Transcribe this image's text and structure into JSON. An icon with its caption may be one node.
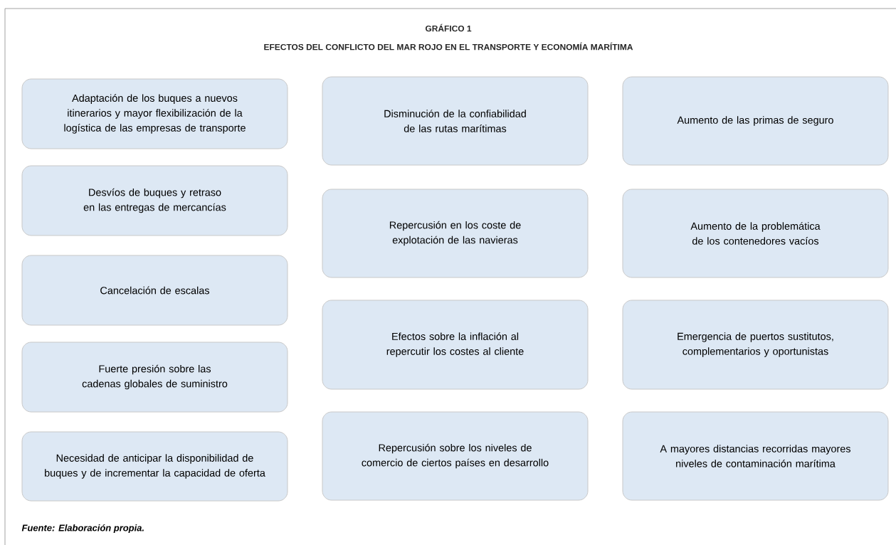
{
  "diagram": {
    "title": "EFECTOS DEL CONFLICTO DEL MAR ROJO EN EL TRANSPORTE Y ECONOMÍA MARÍTIMA",
    "caption": "Fuente: Elaboración propia.",
    "labels": [
      "GRÁFICO 1"
    ],
    "nodes": [
      {
        "text": [
          "Adaptación de los buques a nuevos itinerarios y mayor flexibilización de la logística de las empresas de transporte"
        ]
      },
      {
        "text": [
          "Desvíos de buques y retraso en las entregas de mercancías"
        ]
      },
      {
        "text": [
          "Cancelación de escalas"
        ]
      },
      {
        "text": [
          "Fuerte presión sobre las cadenas globales de suministro"
        ]
      },
      {
        "text": [
          "Necesidad de anticipar la disponibilidad de buques y de incrementar la capacidad de oferta"
        ]
      },
      {
        "text": [
          "Disminución de la confiabilidad de las rutas marítimas"
        ]
      },
      {
        "text": [
          "Repercusión en los coste de explotación de las navieras"
        ]
      },
      {
        "text": [
          "Efectos sobre la inflación al repercutir los costes al cliente"
        ]
      },
      {
        "text": [
          "Repercusión sobre los niveles de comercio de ciertos países en desarrollo"
        ]
      },
      {
        "text": [
          "Aumento de las primas de seguro"
        ]
      },
      {
        "text": [
          "Aumento de la problemática de los contenedores vacíos"
        ]
      },
      {
        "text": [
          "Emergencia de puertos sustitutos, complementarios y oportunistas"
        ]
      },
      {
        "text": [
          "A mayores distancias recorridas mayores niveles de contaminación marítima"
        ]
      }
    ]
  }
}
